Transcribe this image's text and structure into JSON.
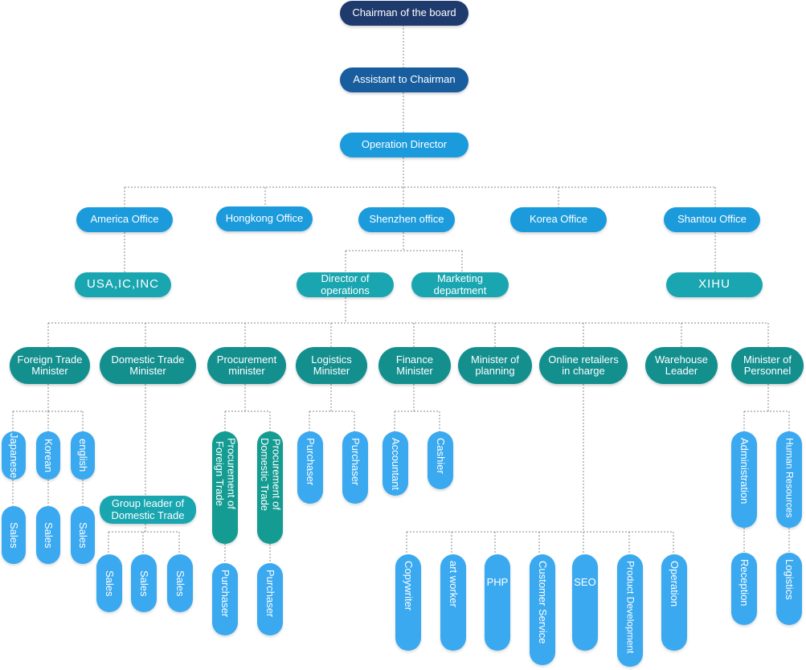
{
  "top": {
    "chairman": "Chairman of the board",
    "assistant": "Assistant to Chairman",
    "operation_director": "Operation Director"
  },
  "offices": {
    "america": "America Office",
    "hongkong": "Hongkong Office",
    "shenzhen": "Shenzhen office",
    "korea": "Korea Office",
    "shantou": "Shantou Office"
  },
  "subsidiaries": {
    "usa": "USA,IC,INC",
    "xihu": "XIHU"
  },
  "shenzhen_units": {
    "director_ops": "Director of\noperations",
    "marketing": "Marketing\ndepartment"
  },
  "ministers": {
    "foreign_trade": "Foreign Trade\nMinister",
    "domestic_trade": "Domestic Trade\nMinister",
    "procurement": "Procurement\nminister",
    "logistics": "Logistics\nMinister",
    "finance": "Finance\nMinister",
    "planning": "Minister of\nplanning",
    "online": "Online retailers\nin charge",
    "warehouse": "Warehouse\nLeader",
    "personnel": "Minister of\nPersonnel"
  },
  "foreign_trade_staff": {
    "japanese": "Japanese",
    "korean": "Korean",
    "english": "english",
    "sales": "Sales"
  },
  "domestic_trade_staff": {
    "group_leader": "Group leader of\nDomestic Trade",
    "sales": "Sales"
  },
  "procurement_staff": {
    "foreign": "Procurement of\nForeign Trade",
    "domestic": "Procurement of\nDomestic Trade",
    "purchaser": "Purchaser"
  },
  "logistics_staff": {
    "purchaser": "Purchaser"
  },
  "finance_staff": {
    "accountant": "Accountant",
    "cashier": "Cashier"
  },
  "online_staff": {
    "copywriter": "Copywriter",
    "art_worker": "art worker",
    "php": "PHP",
    "customer_service": "Customer Service",
    "seo": "SEO",
    "product_dev": "Product Development",
    "operation": "Operation"
  },
  "personnel_staff": {
    "administration": "Administration",
    "hr": "Human Resources",
    "reception": "Reception",
    "logistics": "Logistics"
  },
  "colors": {
    "navy": "#1f3a6d",
    "dark_blue": "#185d9e",
    "blue": "#1b9bdc",
    "teal": "#1aa6b0",
    "dark_teal": "#138f8e",
    "light_blue": "#3aa9f0",
    "connector": "#888888"
  }
}
